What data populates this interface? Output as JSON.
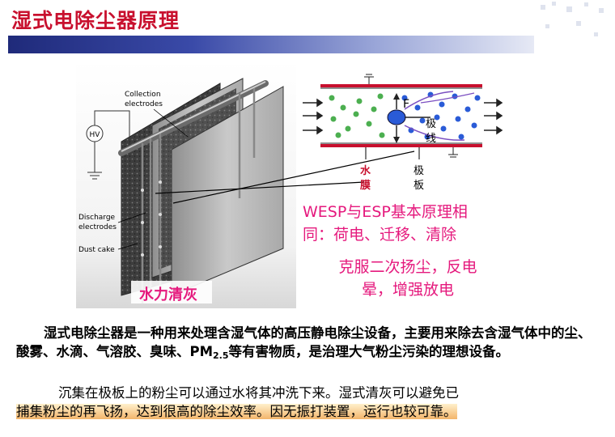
{
  "title": "湿式电除尘器原理",
  "figure": {
    "label_collection": "Collection\nelectrodes",
    "label_collection_1": "Collection",
    "label_collection_2": "electrodes",
    "label_hv": "HV",
    "label_discharge_1": "Discharge",
    "label_discharge_2": "electrodes",
    "label_dust_cake": "Dust cake",
    "label_water_clean": "水力清灰",
    "label_force": "F",
    "label_pole_line_1": "极",
    "label_pole_line_2": "线",
    "label_water_film_1": "水",
    "label_water_film_2": "膜",
    "label_plate_1": "极",
    "label_plate_2": "板"
  },
  "callout": {
    "line1": "WESP与ESP基本原理相",
    "line2": "同：荷电、迁移、清除",
    "line3": "克服二次扬尘，反电",
    "line4": "晕，增强放电"
  },
  "body": {
    "p1_part1": "湿式电除尘器是一种用来处理含湿气体的高压静电除尘设备，主要用来除去含湿气体中的尘、酸雾、水滴、气溶胶、臭味、PM",
    "p1_sub": "2.5",
    "p1_part2": "等有害物质，是治理大气粉尘污染的理想设备。",
    "p2_line1": "沉集在极板上的粉尘可以通过水将其冲洗下来。湿式清灰可以避免已",
    "p2_line2": "捕集粉尘的再飞扬，达到很高的除尘效率。因无振打装置，运行也较可靠。"
  },
  "colors": {
    "title": "#c8102e",
    "callout": "#e5197d",
    "bar_dark": "#1f2a7a",
    "highlight": "#f3b56b"
  }
}
